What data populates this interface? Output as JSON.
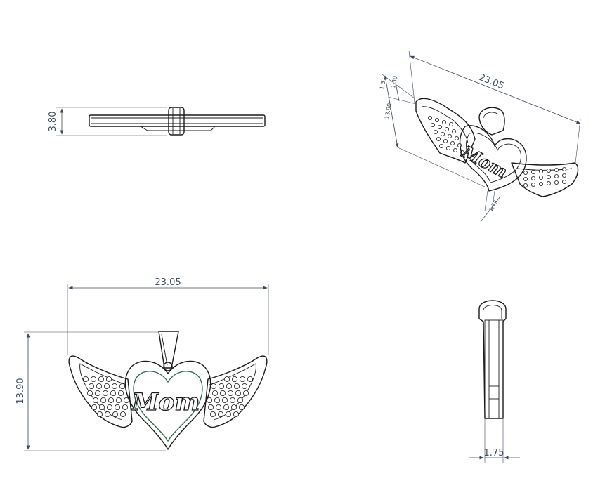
{
  "views": {
    "side": {
      "height_dim": "3.80"
    },
    "isometric": {
      "width_dim": "23.05",
      "small_dim_a": "1.3",
      "small_dim_b": "1.30",
      "height_dim": "13.90",
      "thickness_dim": "1.75"
    },
    "front": {
      "width_dim": "23.05",
      "height_dim": "13.90",
      "engraving": "Mom"
    },
    "end": {
      "thickness_dim": "1.75"
    }
  },
  "colors": {
    "line": "#1a1a1a",
    "dimension": "#3d4d5c",
    "accent": "#2a6a4a"
  }
}
